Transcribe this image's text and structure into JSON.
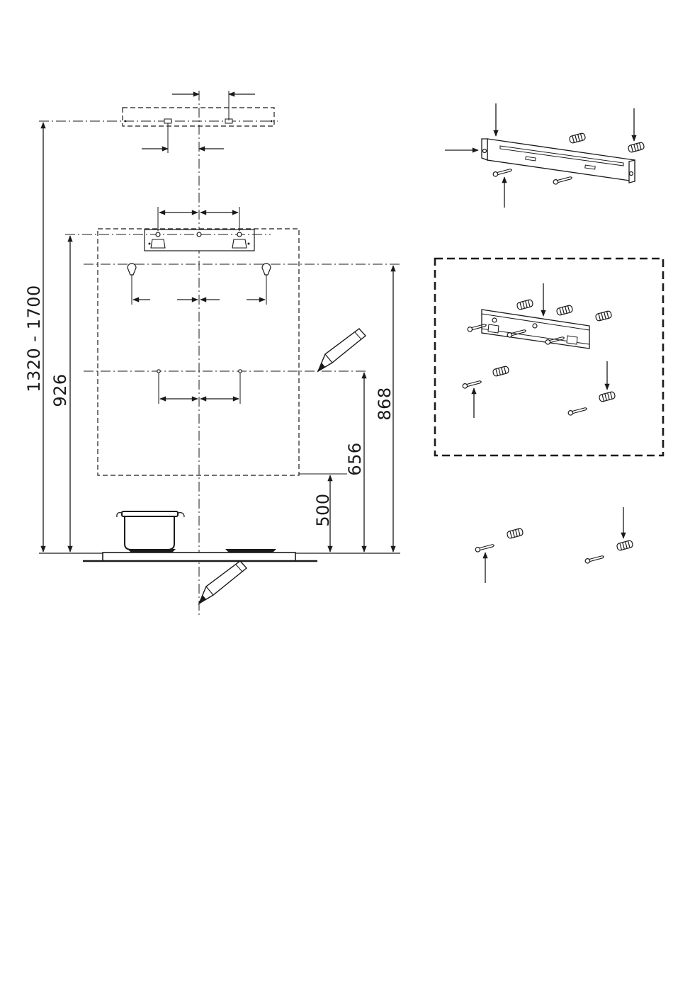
{
  "dimensions": {
    "total_height": "1320 - 1700",
    "bracket_height": "926",
    "keyhole_height": "868",
    "drill_height": "656",
    "hob_clearance": "500"
  }
}
